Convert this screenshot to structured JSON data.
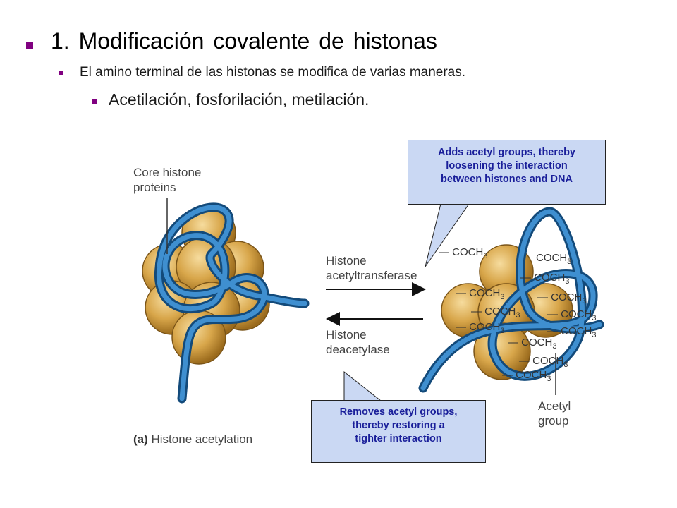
{
  "slide": {
    "heading": "1.  Modificación covalente de histonas",
    "subpoint": "El amino terminal de las histonas se modifica de varias maneras.",
    "subsubpoint": "Acetilación, fosforilación, metilación."
  },
  "figure": {
    "core_label": "Core histone\nproteins",
    "hat_label": "Histone\nacetyltransferase",
    "hdac_label": "Histone\ndeacetylase",
    "acetyl_label": "Acetyl\ngroup",
    "caption_letter": "(a)",
    "caption_text": " Histone acetylation",
    "acetyl_group": "COCH",
    "acetyl_sub": "3"
  },
  "callouts": {
    "add": "Adds acetyl groups, thereby\nloosening the interaction\nbetween histones and DNA",
    "remove": "Removes acetyl groups,\nthereby restoring a\ntighter interaction"
  },
  "colors": {
    "bullet": "#800080",
    "callout_fill": "#cad8f3",
    "callout_text": "#1a1f9a",
    "dna": "#2a6fb0",
    "histone": "#d8a64a"
  }
}
